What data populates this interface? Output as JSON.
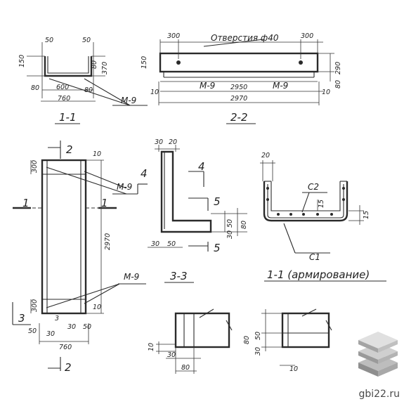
{
  "views": {
    "v1": {
      "title": "1-1",
      "dims": {
        "top_left": "50",
        "top_right": "50",
        "height_left": "150",
        "height_right": "370",
        "right_small": "80",
        "bot_left": "80",
        "inner": "600",
        "bot_right": "80",
        "total": "760",
        "mark": "M-9"
      }
    },
    "v2": {
      "title": "2-2",
      "dims": {
        "left_offset": "300",
        "right_offset": "300",
        "hole_note": "Отверстия ф40",
        "left_height": "150",
        "right_h1": "290",
        "right_h2": "80",
        "left_end": "10",
        "right_end": "10",
        "mark1": "M-9",
        "mark2": "M-9",
        "inner": "2950",
        "total": "2970"
      }
    },
    "plan": {
      "cut1": "1",
      "cut2": "1",
      "cut_top": "2",
      "cut_bottom": "2",
      "cut_4": "4",
      "cut_3": "3",
      "dims": {
        "top300": "300",
        "top10": "10",
        "length": "2970",
        "bot300": "300",
        "bot10": "10",
        "b50a": "50",
        "b30a": "30",
        "b30b": "30",
        "b50b": "50",
        "b3": "3",
        "total": "760",
        "mark_top": "M-9",
        "mark_bot": "M-9"
      }
    },
    "v3": {
      "title": "3-3",
      "dims": {
        "top30": "30",
        "top20": "20",
        "d30": "30",
        "d50": "50",
        "r80": "80",
        "r50": "50",
        "r30": "30"
      },
      "cut4": "4",
      "cut5a": "5",
      "cut5b": "5"
    },
    "rebar": {
      "title": "1-1 (армирование)",
      "c2": "C2",
      "c1": "C1",
      "d20": "20",
      "d15a": "15",
      "d15b": "15"
    },
    "v4": {
      "dims": {
        "d10": "10",
        "d30": "30",
        "d80": "80"
      }
    },
    "v5": {
      "dims": {
        "d80": "80",
        "d50": "50",
        "d30": "30",
        "d10": "10"
      }
    }
  },
  "watermark": {
    "text": "gbi22.ru"
  }
}
